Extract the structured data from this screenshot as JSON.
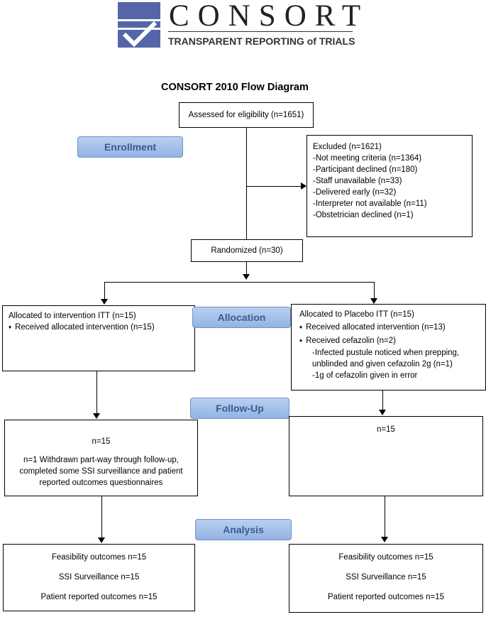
{
  "logo": {
    "name": "CONSORT",
    "tagline": "TRANSPARENT REPORTING of TRIALS"
  },
  "title": "CONSORT 2010 Flow Diagram",
  "stages": {
    "enrollment": "Enrollment",
    "allocation": "Allocation",
    "followup": "Follow-Up",
    "analysis": "Analysis"
  },
  "assessed": "Assessed for eligibility (n=1651)",
  "excluded": {
    "title": "Excluded  (n=1621)",
    "items": [
      "-Not meeting criteria (n=1364)",
      "-Participant declined (n=180)",
      "-Staff unavailable (n=33)",
      "-Delivered early (n=32)",
      "-Interpreter not available (n=11)",
      "-Obstetrician declined (n=1)"
    ]
  },
  "randomized": "Randomized (n=30)",
  "left": {
    "allocated": "Allocated to intervention ITT (n=15)",
    "received": "Received allocated intervention (n=15)",
    "followup_n": "n=15",
    "followup_note": "n=1 Withdrawn part-way through follow-up, completed some SSI surveillance and patient reported outcomes questionnaires",
    "analysis": [
      "Feasibility outcomes n=15",
      "SSI Surveillance n=15",
      "Patient reported outcomes n=15"
    ]
  },
  "right": {
    "allocated": "Allocated to Placebo ITT (n=15)",
    "received": "Received allocated intervention (n=13)",
    "cefazolin": "Received cefazolin (n=2)",
    "cefazolin_detail_1": "-Infected pustule noticed when prepping, unblinded and given cefazolin 2g (n=1)",
    "cefazolin_detail_2": "-1g of cefazolin given in error",
    "followup_n": "n=15",
    "analysis": [
      "Feasibility outcomes n=15",
      "SSI Surveillance n=15",
      "Patient reported outcomes n=15"
    ]
  },
  "colors": {
    "stage_fill": "#a9c4eb",
    "stage_text": "#3b5a92",
    "logo_blue": "#5466a8"
  }
}
